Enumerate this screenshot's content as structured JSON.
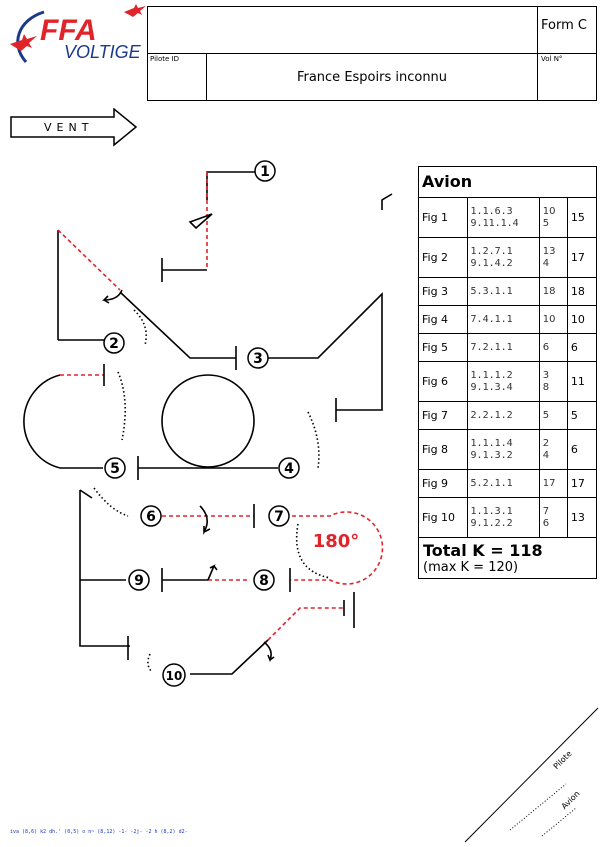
{
  "logo": {
    "text_top": "FFA",
    "text_bottom": "VOLTIGE",
    "color_red": "#e0242a",
    "color_blue": "#1b3a8c"
  },
  "header": {
    "form_label": "Form C",
    "pilote_id_label": "Pilote ID",
    "vol_label": "Vol N°",
    "pilot_name": "France Espoirs inconnu"
  },
  "wind": {
    "label": "VENT"
  },
  "diagram": {
    "numbers": [
      "1",
      "2",
      "3",
      "4",
      "5",
      "6",
      "7",
      "8",
      "9",
      "10"
    ],
    "rotation_label": "180°",
    "rotation_color": "#e0242a"
  },
  "k_table": {
    "title": "Avion",
    "rows": [
      {
        "fig": "Fig 1",
        "cat": [
          "1.1.6.3",
          "9.11.1.4"
        ],
        "k": [
          "10",
          "5"
        ],
        "total": "15"
      },
      {
        "fig": "Fig 2",
        "cat": [
          "1.2.7.1",
          "9.1.4.2"
        ],
        "k": [
          "13",
          "4"
        ],
        "total": "17"
      },
      {
        "fig": "Fig 3",
        "cat": [
          "5.3.1.1"
        ],
        "k": [
          "18"
        ],
        "total": "18"
      },
      {
        "fig": "Fig 4",
        "cat": [
          "7.4.1.1"
        ],
        "k": [
          "10"
        ],
        "total": "10"
      },
      {
        "fig": "Fig 5",
        "cat": [
          "7.2.1.1"
        ],
        "k": [
          "6"
        ],
        "total": "6"
      },
      {
        "fig": "Fig 6",
        "cat": [
          "1.1.1.2",
          "9.1.3.4"
        ],
        "k": [
          "3",
          "8"
        ],
        "total": "11"
      },
      {
        "fig": "Fig 7",
        "cat": [
          "2.2.1.2"
        ],
        "k": [
          "5"
        ],
        "total": "5"
      },
      {
        "fig": "Fig 8",
        "cat": [
          "1.1.1.4",
          "9.1.3.2"
        ],
        "k": [
          "2",
          "4"
        ],
        "total": "6"
      },
      {
        "fig": "Fig 9",
        "cat": [
          "5.2.1.1"
        ],
        "k": [
          "17"
        ],
        "total": "17"
      },
      {
        "fig": "Fig 10",
        "cat": [
          "1.1.3.1",
          "9.1.2.2"
        ],
        "k": [
          "7",
          "6"
        ],
        "total": "13"
      }
    ],
    "total_label": "Total K = 118",
    "max_label": "(max K = 120)"
  },
  "signature": {
    "pilote": "Pilote",
    "avion": "Avion"
  },
  "footer_code": "iva (8,6) k2 dh.' (0,5) o n~ (8,12) -1- -2j- -2 h (8,2) d2-"
}
